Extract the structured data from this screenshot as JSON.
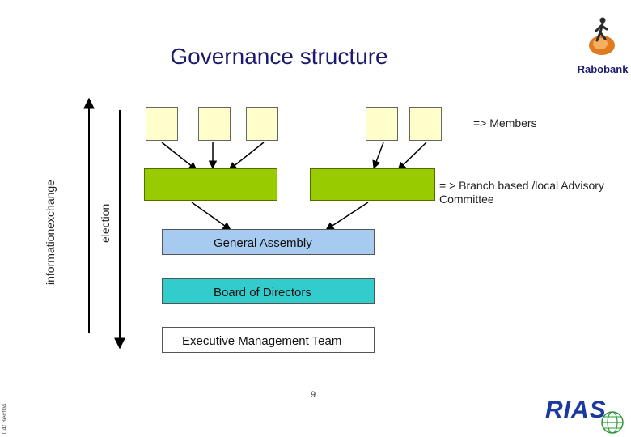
{
  "title": "Governance structure",
  "logo_top": "Rabobank",
  "logo_bottom": "RIAS",
  "labels": {
    "members": "=>  Members",
    "branch": "= > Branch based /local  Advisory Committee",
    "information_exchange": "informationexchange",
    "election": "election"
  },
  "bars": {
    "general_assembly": "General Assembly",
    "board_of_directors": "Board of Directors",
    "executive_team": "Executive Management Team"
  },
  "page_number": "9",
  "footer_code": "04f 3ect04",
  "colors": {
    "member_box": "#ffffcc",
    "committee_box": "#99cc00",
    "general_assembly": "#a6caf0",
    "board": "#33cccc",
    "title": "#1a1a6e",
    "rias_blue": "#1a3aa0"
  }
}
